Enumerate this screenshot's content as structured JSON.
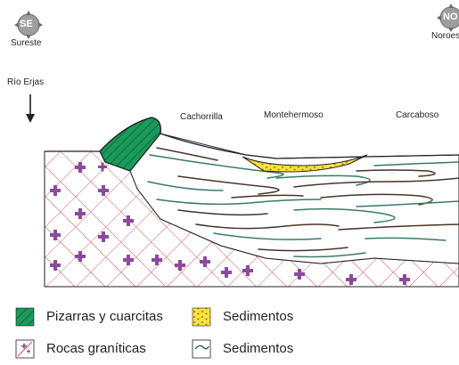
{
  "compass": {
    "southeast_abbr": "SE",
    "southeast_label": "Sureste",
    "northwest_abbr": "NO",
    "northwest_label": "Noroeste"
  },
  "places": {
    "river": "Río Erjas",
    "cachorrilla": "Cachorrilla",
    "montehermoso": "Montehermoso",
    "carcaboso": "Carcaboso"
  },
  "legend": [
    {
      "label": "Pizarras y cuarcitas",
      "icon": "slate-quartzite-swatch",
      "color": "#1a9a5a"
    },
    {
      "label": "Sedimentos",
      "icon": "yellow-sediment-swatch",
      "color": "#fde13d"
    },
    {
      "label": "Rocas graníticas",
      "icon": "granite-swatch",
      "color": "#c4515a"
    },
    {
      "label": "Sedimentos",
      "icon": "folded-sediment-swatch",
      "color": "#2e5a4c"
    }
  ],
  "colors": {
    "granite_grid": "#c4515a",
    "granite_plus": "#8c4a9e",
    "slate": "#1a9a5a",
    "sediment_yellow": "#fde13d",
    "fold_green": "#3b7a62",
    "fold_brown": "#4a3428"
  }
}
